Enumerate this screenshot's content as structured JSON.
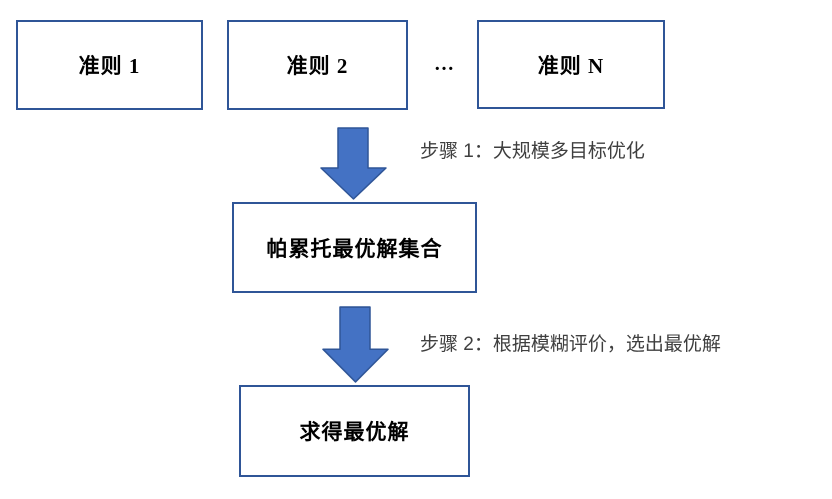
{
  "colors": {
    "background": "#ffffff",
    "box_border": "#2f5597",
    "box_fill": "#ffffff",
    "box_text": "#000000",
    "arrow_fill": "#4472c4",
    "arrow_border": "#2f5597",
    "step_text": "#3f3f3f"
  },
  "diagram": {
    "top_boxes": [
      {
        "label": "准则 1"
      },
      {
        "label": "准则 2"
      },
      {
        "label": "准则 N"
      }
    ],
    "ellipsis": "…",
    "middle_box": {
      "label": "帕累托最优解集合"
    },
    "bottom_box": {
      "label": "求得最优解"
    },
    "steps": [
      {
        "label": "步骤 1：大规模多目标优化"
      },
      {
        "label": "步骤 2：根据模糊评价，选出最优解"
      }
    ]
  }
}
